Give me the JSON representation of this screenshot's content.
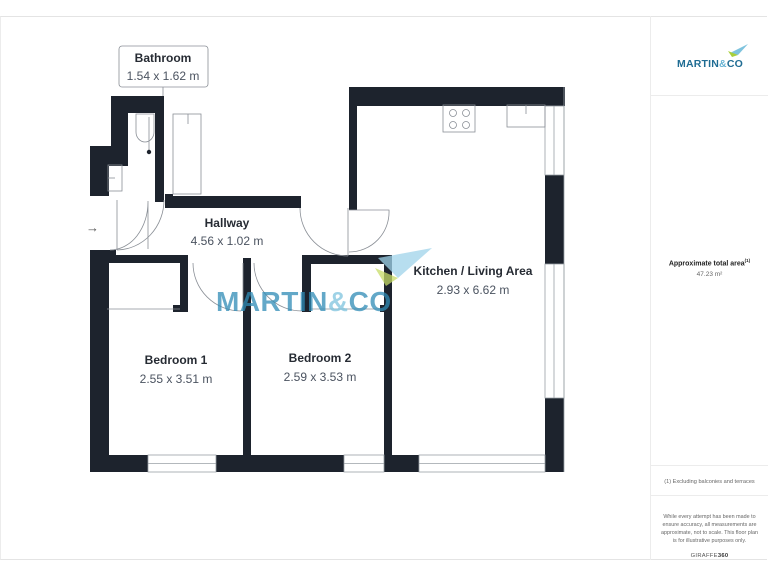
{
  "brand": {
    "name_part1": "MARTIN",
    "name_amp": "&",
    "name_part2": "CO",
    "primary_color": "#1f6c93",
    "accent_color": "#68b4d4",
    "leaf_color": "#a9cf3a"
  },
  "rooms": {
    "bathroom": {
      "name": "Bathroom",
      "dims": "1.54 x 1.62 m"
    },
    "hallway": {
      "name": "Hallway",
      "dims": "4.56 x 1.02 m"
    },
    "kitchen": {
      "name": "Kitchen / Living Area",
      "dims": "2.93 x 6.62 m"
    },
    "bedroom1": {
      "name": "Bedroom 1",
      "dims": "2.55 x 3.51 m"
    },
    "bedroom2": {
      "name": "Bedroom 2",
      "dims": "2.59 x 3.53 m"
    }
  },
  "watermark": {
    "text1": "MARTIN",
    "amp": "&",
    "text2": "CO"
  },
  "entrance_arrow": "→",
  "sidebar": {
    "area_label": "Approximate total area",
    "area_superscript": "(1)",
    "area_value": "47.23 m²",
    "footnote": "(1) Excluding balconies and terraces",
    "disclaimer": "While every attempt has been made to ensure accuracy, all measurements are approximate, not to scale. This floor plan is for illustrative purposes only.",
    "giraffe_part1": "GIRAFFE",
    "giraffe_part2": "360"
  },
  "colors": {
    "wall": "#1d232d",
    "fixture_line": "#8a8f96"
  }
}
